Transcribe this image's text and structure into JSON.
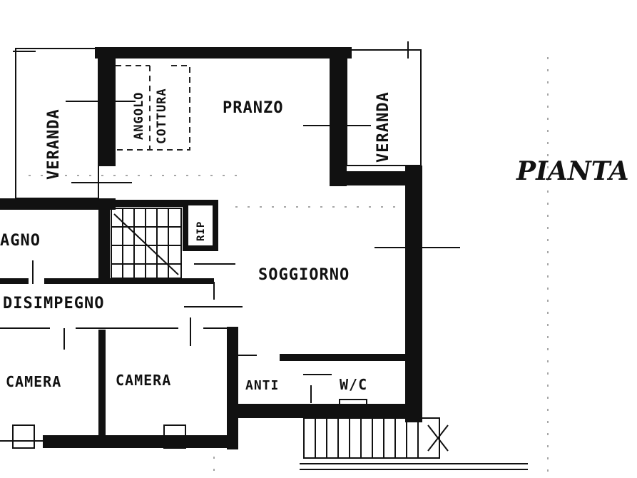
{
  "title": "PIANTA",
  "rooms": {
    "veranda_left": "VERANDA",
    "angolo_cottura": [
      "ANGOLO",
      "COTTURA"
    ],
    "pranzo": "PRANZO",
    "veranda_right": "VERANDA",
    "bagno": "AGNO",
    "ripostiglio": "RIP",
    "soggiorno": "SOGGIORNO",
    "disimpegno": "DISIMPEGNO",
    "camera_left": "CAMERA",
    "camera_right": "CAMERA",
    "anti": "ANTI",
    "wc": "W/C"
  },
  "colors": {
    "ink": "#111111",
    "paper": "#ffffff"
  }
}
